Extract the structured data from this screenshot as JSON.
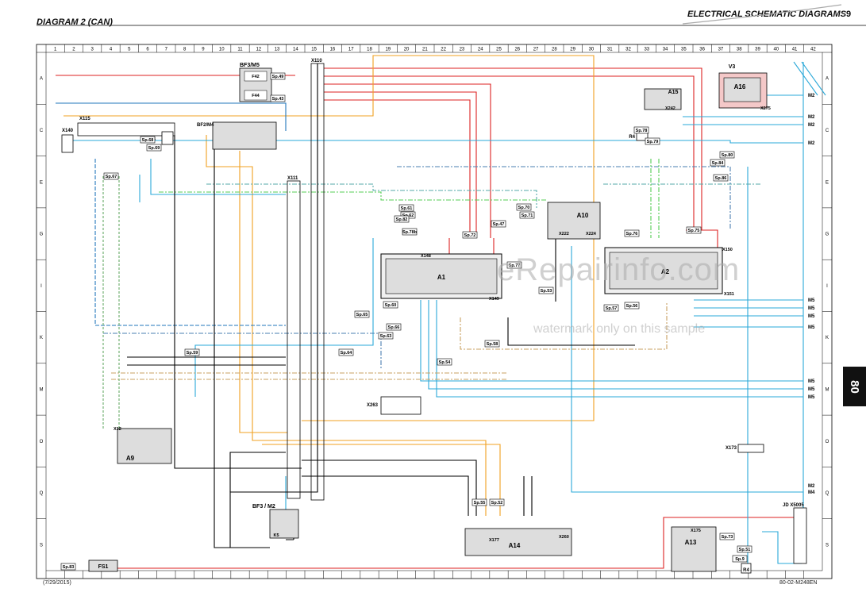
{
  "header": {
    "diagram_title": "DIAGRAM 2 (CAN)",
    "section_title": "ELECTRICAL SCHEMATIC DIAGRAMS",
    "page_number": "9"
  },
  "section_tab": "80",
  "footer": {
    "date": "(7/29/2015)",
    "doc_ref": "80-02-M248EN"
  },
  "watermark": {
    "brand": "eRepairinfo.com",
    "note": "watermark only on this sample"
  },
  "frame": {
    "columns": [
      "1",
      "2",
      "3",
      "4",
      "5",
      "6",
      "7",
      "8",
      "9",
      "10",
      "11",
      "12",
      "13",
      "14",
      "15",
      "16",
      "17",
      "18",
      "19",
      "20",
      "21",
      "22",
      "23",
      "24",
      "25",
      "26",
      "27",
      "28",
      "29",
      "30",
      "31",
      "32",
      "33",
      "34",
      "35",
      "36",
      "37",
      "38",
      "39",
      "40",
      "41",
      "42"
    ],
    "rows": [
      "A",
      "C",
      "E",
      "G",
      "I",
      "K",
      "M",
      "O",
      "Q",
      "S"
    ]
  },
  "components": [
    {
      "id": "BF3/M5",
      "label": "BF3/M5",
      "inner": [
        "F42",
        "F44"
      ]
    },
    {
      "id": "X110",
      "label": "X110"
    },
    {
      "id": "X115",
      "label": "X115"
    },
    {
      "id": "X140",
      "label": "X140"
    },
    {
      "id": "BF2/M4",
      "label": "BF2/M4"
    },
    {
      "id": "R4a",
      "label": "R4"
    },
    {
      "id": "X111",
      "label": "X111"
    },
    {
      "id": "A1",
      "label": "A1",
      "connectors": [
        "X148",
        "X149"
      ]
    },
    {
      "id": "A10",
      "label": "A10",
      "connectors": [
        "X222",
        "X224"
      ]
    },
    {
      "id": "A15",
      "label": "A15",
      "connectors": [
        "X242"
      ]
    },
    {
      "id": "A16",
      "label": "A16",
      "connectors": [
        "X275"
      ]
    },
    {
      "id": "V3",
      "label": "V3"
    },
    {
      "id": "R4b",
      "label": "R4"
    },
    {
      "id": "A2",
      "label": "A2",
      "connectors": [
        "X150",
        "X151"
      ]
    },
    {
      "id": "X263",
      "label": "X263"
    },
    {
      "id": "A9",
      "label": "A9",
      "connectors": [
        "X12"
      ]
    },
    {
      "id": "BF3/M2",
      "label": "BF3 / M2",
      "inner": [
        "K5"
      ]
    },
    {
      "id": "A14",
      "label": "A14",
      "connectors": [
        "X177",
        "X260"
      ]
    },
    {
      "id": "X173",
      "label": "X173"
    },
    {
      "id": "A13",
      "label": "A13",
      "connectors": [
        "X175"
      ]
    },
    {
      "id": "R4c",
      "label": "R4"
    },
    {
      "id": "JD X5005",
      "label": "JD X5005"
    },
    {
      "id": "FS1",
      "label": "FS1"
    }
  ],
  "splices": [
    "Sp.49",
    "Sp.43",
    "Sp.68",
    "Sp.69",
    "Sp.67",
    "Sp.61",
    "Sp.62",
    "Sp.72",
    "Sp.70",
    "Sp.71",
    "Sp.77",
    "Sp.53",
    "Sp.76",
    "Sp.75",
    "Sp.78",
    "Sp.79",
    "Sp.80",
    "Sp.84",
    "Sp.86",
    "Sp.65",
    "Sp.66",
    "Sp.63",
    "Sp.60",
    "Sp.64",
    "Sp.59",
    "Sp.58",
    "Sp.54",
    "Sp.55",
    "Sp.52",
    "Sp.47",
    "Sp.56",
    "Sp.57",
    "Sp.83",
    "Sp.82",
    "Sp.73",
    "Sp.51",
    "Sp.78b",
    "Sp.9"
  ],
  "refs": [
    "M2",
    "M2",
    "M2",
    "M2",
    "M5",
    "M5",
    "M5",
    "M5",
    "M5",
    "M5",
    "M5",
    "M2",
    "M4"
  ]
}
